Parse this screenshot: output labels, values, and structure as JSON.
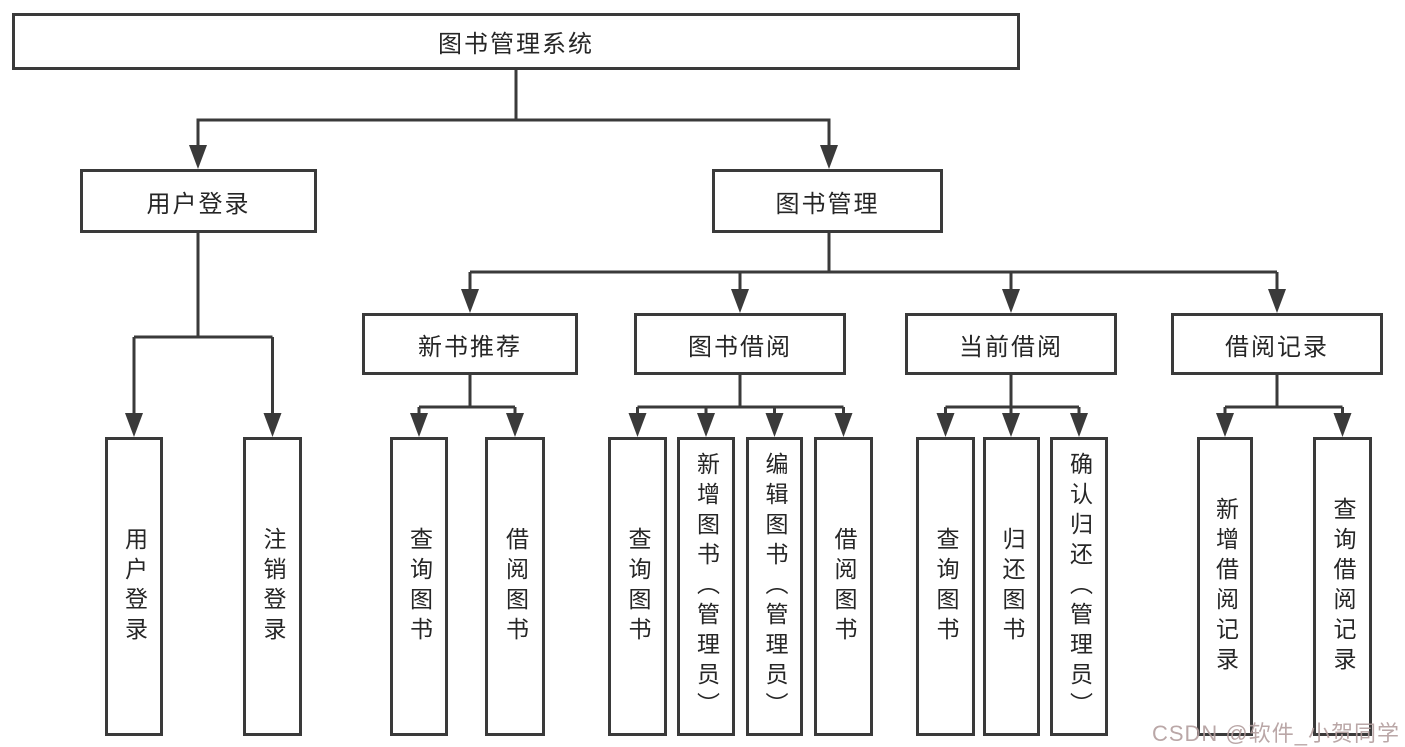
{
  "diagram": {
    "root": {
      "label": "图书管理系统"
    },
    "level2": [
      {
        "label": "用户登录"
      },
      {
        "label": "图书管理"
      }
    ],
    "level3": [
      {
        "label": "新书推荐"
      },
      {
        "label": "图书借阅"
      },
      {
        "label": "当前借阅"
      },
      {
        "label": "借阅记录"
      }
    ],
    "leaves": {
      "user_login": [
        "用户登录",
        "注销登录"
      ],
      "new_book": [
        "查询图书",
        "借阅图书"
      ],
      "book_borrow": [
        "查询图书",
        "新增图书（管理员）",
        "编辑图书（管理员）",
        "借阅图书"
      ],
      "current_borrow": [
        "查询图书",
        "归还图书",
        "确认归还（管理员）"
      ],
      "borrow_record": [
        "新增借阅记录",
        "查询借阅记录"
      ]
    }
  },
  "watermark": {
    "text": "CSDN @软件_小贺同学"
  },
  "colors": {
    "line": "#3a3a3a",
    "box_border": "#3a3a3a",
    "text": "#262626",
    "background": "#ffffff",
    "watermark": "#b39e9e"
  }
}
